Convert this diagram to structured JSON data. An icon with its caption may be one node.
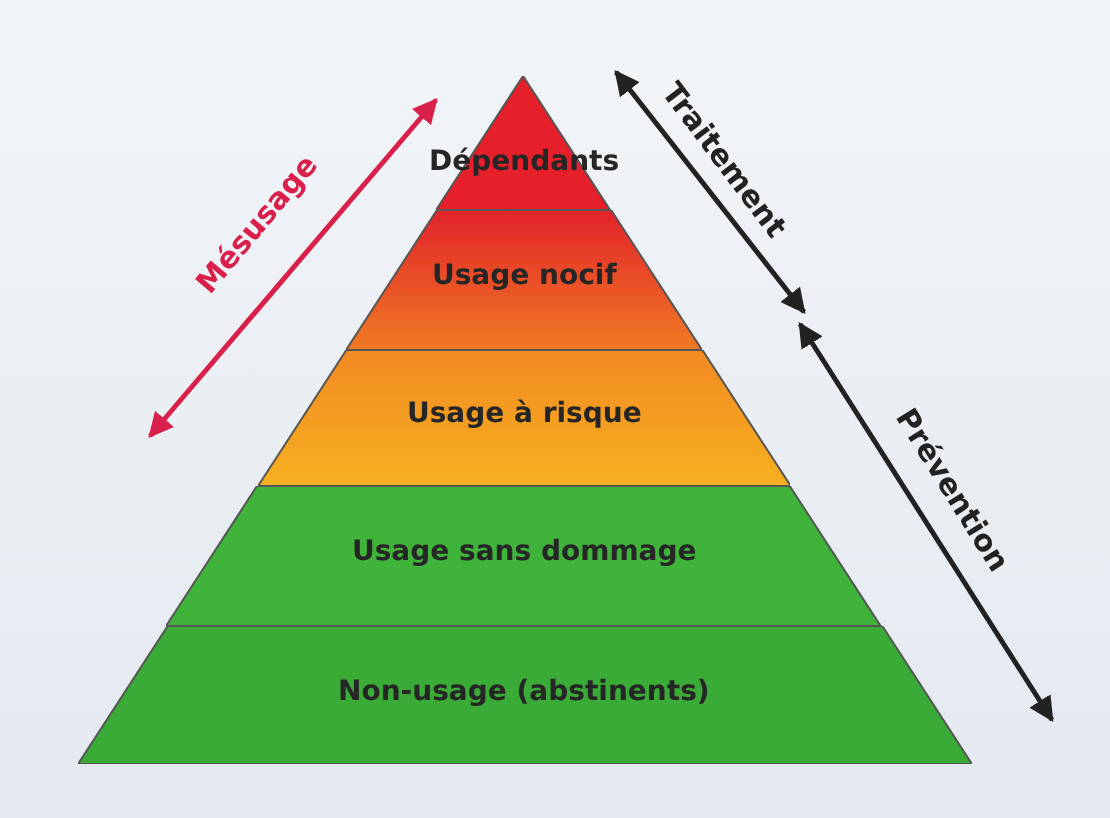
{
  "diagram": {
    "nodes": [
      {
        "text": [
          "Dépendants"
        ]
      },
      {
        "text": [
          "Usage nocif"
        ]
      },
      {
        "text": [
          "Usage à risque"
        ]
      },
      {
        "text": [
          "Usage sans dommage"
        ]
      },
      {
        "text": [
          "Non-usage (abstinents)"
        ]
      }
    ],
    "edges": [],
    "labels": [
      "Mésusage",
      "Traitement",
      "Prévention"
    ]
  }
}
